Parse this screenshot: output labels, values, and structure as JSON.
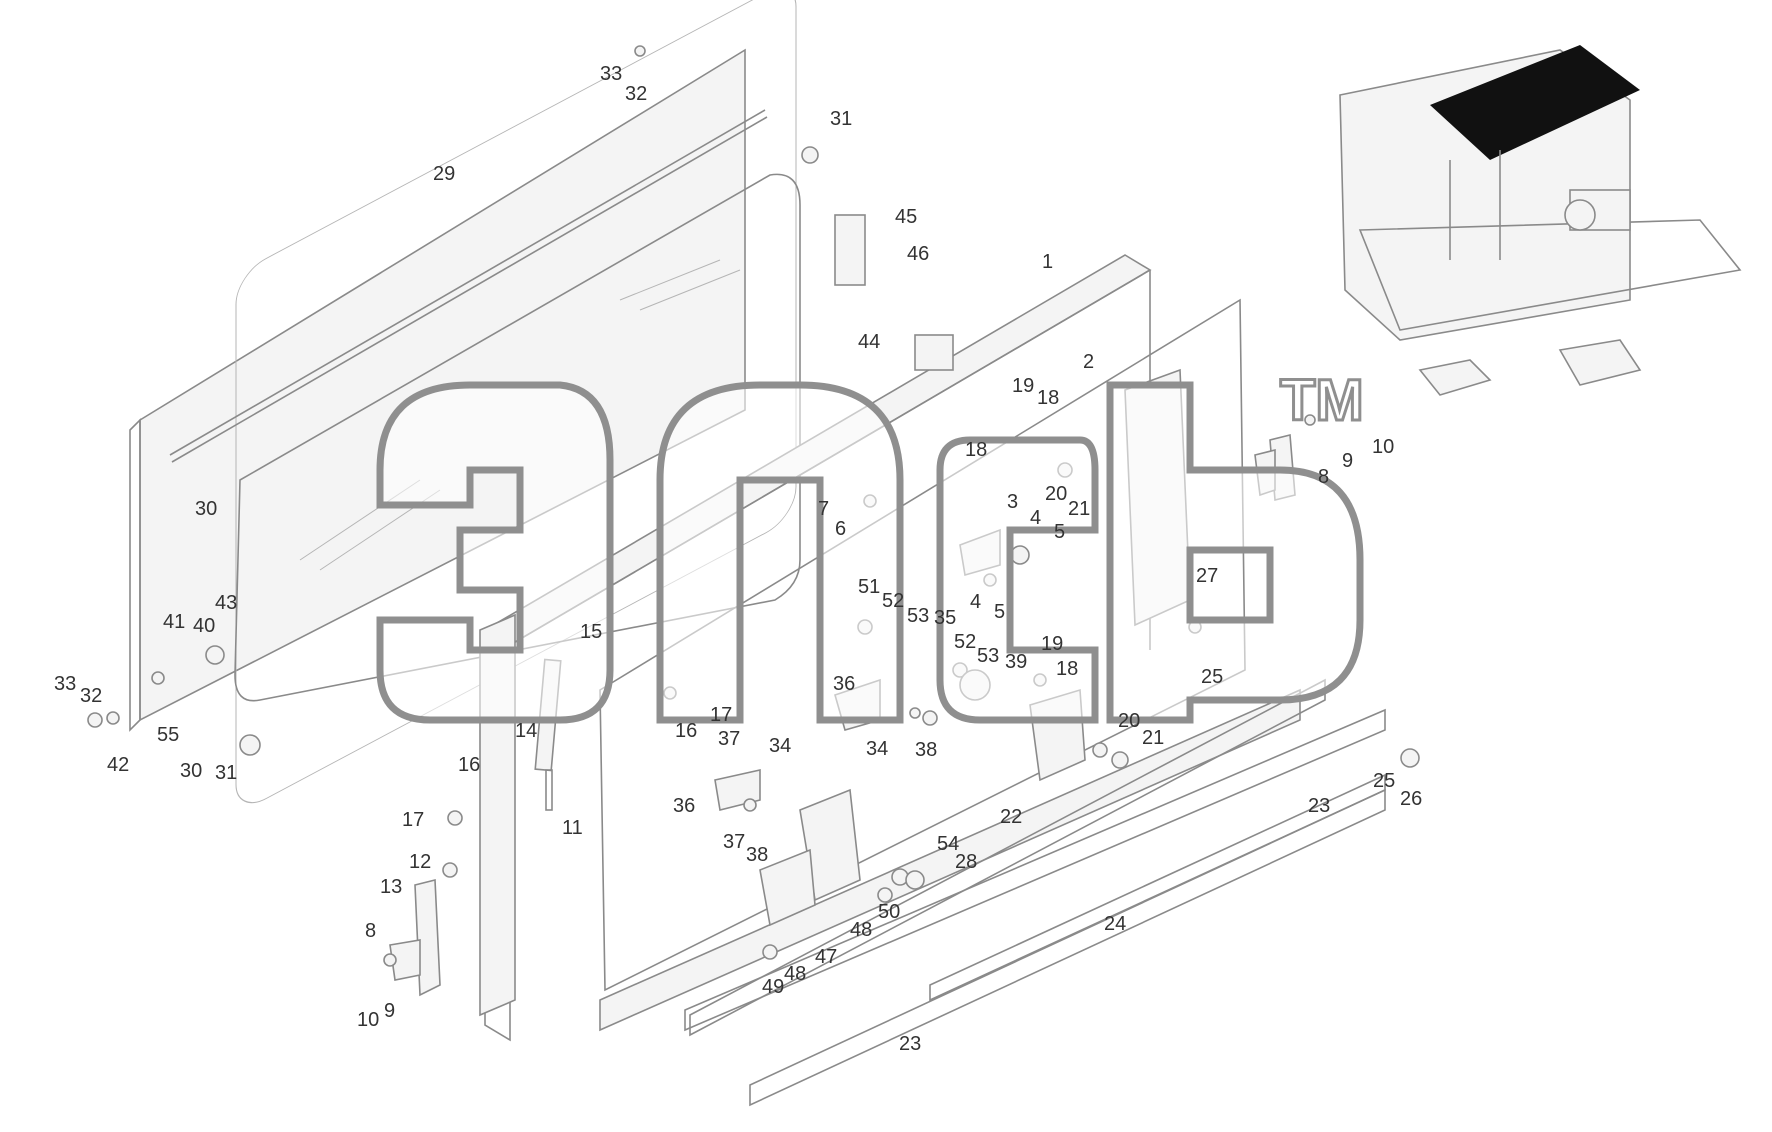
{
  "watermark": {
    "tm": "TM"
  },
  "callouts": [
    {
      "text": "33"
    },
    {
      "text": "32"
    },
    {
      "text": "31"
    },
    {
      "text": "29"
    },
    {
      "text": "45"
    },
    {
      "text": "46"
    },
    {
      "text": "1"
    },
    {
      "text": "44"
    },
    {
      "text": "2"
    },
    {
      "text": "19"
    },
    {
      "text": "18"
    },
    {
      "text": "18"
    },
    {
      "text": "10"
    },
    {
      "text": "9"
    },
    {
      "text": "8"
    },
    {
      "text": "30"
    },
    {
      "text": "7"
    },
    {
      "text": "6"
    },
    {
      "text": "3"
    },
    {
      "text": "20"
    },
    {
      "text": "4"
    },
    {
      "text": "21"
    },
    {
      "text": "5"
    },
    {
      "text": "4"
    },
    {
      "text": "5"
    },
    {
      "text": "27"
    },
    {
      "text": "51"
    },
    {
      "text": "52"
    },
    {
      "text": "53"
    },
    {
      "text": "35"
    },
    {
      "text": "41"
    },
    {
      "text": "40"
    },
    {
      "text": "43"
    },
    {
      "text": "15"
    },
    {
      "text": "52"
    },
    {
      "text": "53"
    },
    {
      "text": "39"
    },
    {
      "text": "19"
    },
    {
      "text": "18"
    },
    {
      "text": "25"
    },
    {
      "text": "33"
    },
    {
      "text": "32"
    },
    {
      "text": "36"
    },
    {
      "text": "17"
    },
    {
      "text": "16"
    },
    {
      "text": "14"
    },
    {
      "text": "20"
    },
    {
      "text": "21"
    },
    {
      "text": "55"
    },
    {
      "text": "42"
    },
    {
      "text": "30"
    },
    {
      "text": "31"
    },
    {
      "text": "37"
    },
    {
      "text": "38"
    },
    {
      "text": "34"
    },
    {
      "text": "34"
    },
    {
      "text": "16"
    },
    {
      "text": "25"
    },
    {
      "text": "26"
    },
    {
      "text": "36"
    },
    {
      "text": "23"
    },
    {
      "text": "17"
    },
    {
      "text": "11"
    },
    {
      "text": "37"
    },
    {
      "text": "38"
    },
    {
      "text": "22"
    },
    {
      "text": "12"
    },
    {
      "text": "54"
    },
    {
      "text": "28"
    },
    {
      "text": "13"
    },
    {
      "text": "50"
    },
    {
      "text": "24"
    },
    {
      "text": "8"
    },
    {
      "text": "48"
    },
    {
      "text": "47"
    },
    {
      "text": "48"
    },
    {
      "text": "49"
    },
    {
      "text": "9"
    },
    {
      "text": "10"
    },
    {
      "text": "23"
    }
  ]
}
